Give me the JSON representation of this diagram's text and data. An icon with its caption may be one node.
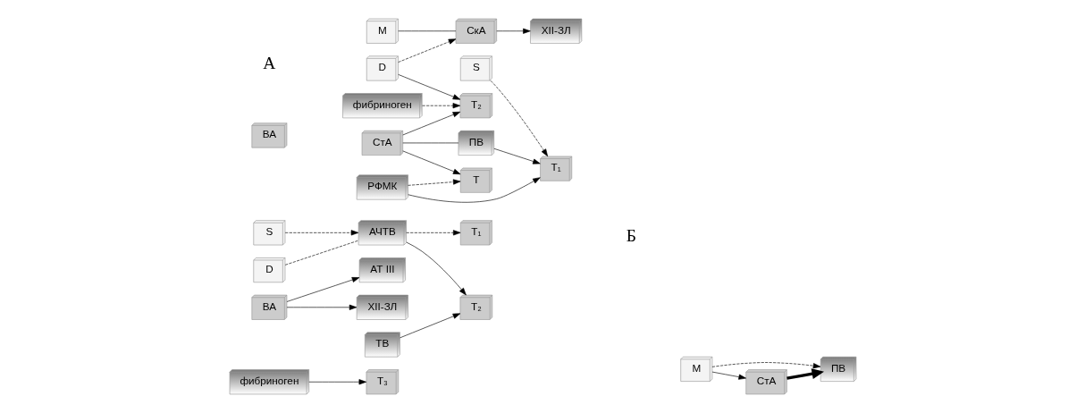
{
  "diagram": {
    "nodes": [
      {
        "text": [
          "M"
        ]
      },
      {
        "text": [
          "S"
        ]
      },
      {
        "text": [
          "D"
        ]
      },
      {
        "text": [
          "СтА"
        ]
      },
      {
        "text": [
          "СкА"
        ]
      },
      {
        "text": [
          "ВА"
        ]
      },
      {
        "text": [
          "ПВ"
        ]
      },
      {
        "text": [
          "РФМК"
        ]
      },
      {
        "text": [
          "XII-ЗЛ"
        ]
      },
      {
        "text": [
          "фибриноген"
        ]
      },
      {
        "text": [
          "T₁"
        ]
      },
      {
        "text": [
          "T"
        ]
      },
      {
        "text": [
          "T₂"
        ]
      },
      {
        "text": [
          "M"
        ]
      },
      {
        "text": [
          "S"
        ]
      },
      {
        "text": [
          "D"
        ]
      },
      {
        "text": [
          "СтА"
        ]
      },
      {
        "text": [
          "ВА"
        ]
      },
      {
        "text": [
          "ПВ"
        ]
      },
      {
        "text": [
          "ТВ"
        ]
      },
      {
        "text": [
          "АЧТВ"
        ]
      },
      {
        "text": [
          "XII-ЗЛ"
        ]
      },
      {
        "text": [
          "АТ III"
        ]
      },
      {
        "text": [
          "фибриноген"
        ]
      },
      {
        "text": [
          "T₁"
        ]
      },
      {
        "text": [
          "T₂"
        ]
      },
      {
        "text": [
          "T₃"
        ]
      }
    ],
    "edges": [
      {
        "from": 3,
        "to": 6,
        "arrow": "none"
      },
      {
        "from": 6,
        "to": 10,
        "arrow": "to"
      },
      {
        "from": 3,
        "to": 11,
        "arrow": "to"
      },
      {
        "from": 3,
        "to": 12,
        "arrow": "to"
      },
      {
        "from": 0,
        "to": 4,
        "arrow": "none"
      },
      {
        "from": 4,
        "to": 8,
        "arrow": "to"
      },
      {
        "from": 1,
        "to": 10,
        "arrow": "to",
        "style": "dashed"
      },
      {
        "from": 7,
        "to": 10,
        "arrow": "to"
      },
      {
        "from": 7,
        "to": 11,
        "arrow": "to",
        "style": "dashed"
      },
      {
        "from": 2,
        "to": 4,
        "arrow": "to",
        "style": "dashed"
      },
      {
        "from": 2,
        "to": 12,
        "arrow": "to"
      },
      {
        "from": 9,
        "to": 12,
        "arrow": "to",
        "style": "dashed"
      },
      {
        "from": 13,
        "to": 18,
        "arrow": "to",
        "style": "dashed"
      },
      {
        "from": 13,
        "to": 16,
        "arrow": "to"
      },
      {
        "from": 16,
        "to": 18,
        "arrow": "to",
        "style": "thick"
      },
      {
        "from": 14,
        "to": 20,
        "arrow": "to",
        "style": "dashed"
      },
      {
        "from": 15,
        "to": 20,
        "arrow": "none",
        "style": "dashed"
      },
      {
        "from": 20,
        "to": 24,
        "arrow": "to",
        "style": "dashed"
      },
      {
        "from": 19,
        "to": 25,
        "arrow": "to"
      },
      {
        "from": 20,
        "to": 25,
        "arrow": "to"
      },
      {
        "from": 17,
        "to": 21,
        "arrow": "to"
      },
      {
        "from": 17,
        "to": 22,
        "arrow": "to"
      },
      {
        "from": 23,
        "to": 26,
        "arrow": "to"
      }
    ],
    "labels": [
      "А",
      "Б"
    ]
  }
}
